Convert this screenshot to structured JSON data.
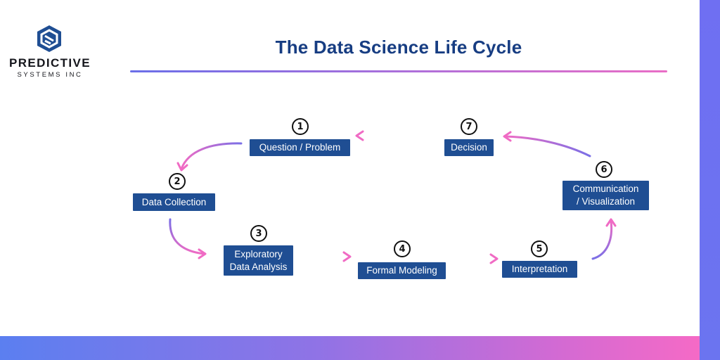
{
  "logo": {
    "name": "PREDICTIVE",
    "sub": "SYSTEMS INC",
    "icon": "hexagon-logo-icon"
  },
  "title": "The Data Science Life Cycle",
  "colors": {
    "box": "#1f4e93",
    "title": "#173d82",
    "arrow_start": "#7a6fe6",
    "arrow_end": "#f06bc4"
  },
  "steps": [
    {
      "number": "1",
      "label": "Question / Problem"
    },
    {
      "number": "2",
      "label": "Data Collection"
    },
    {
      "number": "3",
      "label_line1": "Exploratory",
      "label_line2": "Data Analysis"
    },
    {
      "number": "4",
      "label": "Formal Modeling"
    },
    {
      "number": "5",
      "label": "Interpretation"
    },
    {
      "number": "6",
      "label_line1": "Communication",
      "label_line2": "/ Visualization"
    },
    {
      "number": "7",
      "label": "Decision"
    }
  ]
}
